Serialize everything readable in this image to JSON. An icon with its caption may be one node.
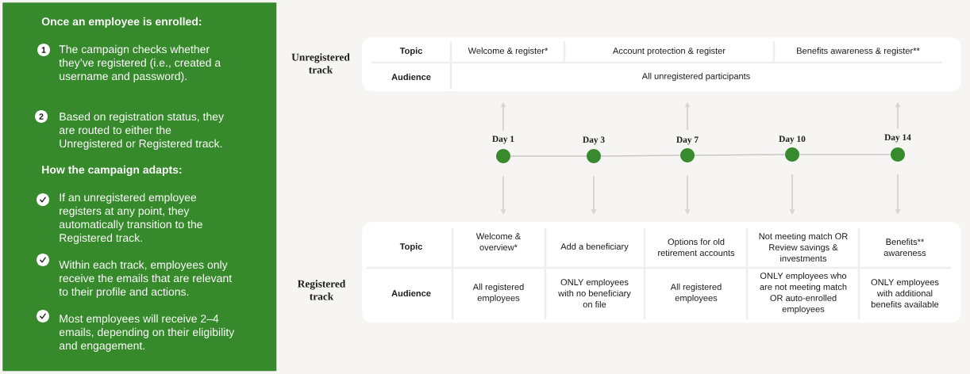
{
  "diagram": {
    "nodes": [
      {
        "text": [
          "Once an employee is enrolled:",
          "The campaign checks whether they’ve registered (i.e., created a username and password).",
          "Based on registration status, they are routed to either the Unregistered or Registered track.",
          "How the campaign adapts:",
          "If an unregistered employee registers at any point, they automatically transition to the Registered track.",
          "Within each track, employees only receive the emails that are relevant to their profile and actions.",
          "Most employees will receive 2–4 emails, depending on their eligibility and engagement."
        ]
      },
      {
        "text": [
          "1"
        ],
        "in": 0
      },
      {
        "text": [
          "2"
        ],
        "in": 0
      },
      {
        "text": [
          "Unregistered track",
          "Topic",
          "Welcome & register*",
          "Account protection & register",
          "Benefits awareness & register**",
          "Audience",
          "All unregistered participants"
        ]
      },
      {
        "text": [],
        "shape": "circle",
        "beside": [
          "Day 1"
        ]
      },
      {
        "text": [],
        "shape": "circle",
        "beside": [
          "Day 3"
        ]
      },
      {
        "text": [],
        "shape": "circle",
        "beside": [
          "Day 7"
        ]
      },
      {
        "text": [],
        "shape": "circle",
        "beside": [
          "Day 10"
        ]
      },
      {
        "text": [],
        "shape": "circle",
        "beside": [
          "Day 14"
        ]
      },
      {
        "text": [
          "Registered track",
          "Topic",
          "Welcome & overview*",
          "Add a beneficiary",
          "Options for old retirement accounts",
          "Not meeting match OR Review savings & investments",
          "Benefits** awareness",
          "Audience",
          "All registered employees",
          "ONLY employees with no beneficiary on file",
          "All registered employees",
          "ONLY employees who are not meeting match OR auto-enrolled employees",
          "ONLY employees with additional benefits available"
        ]
      }
    ],
    "edges": [
      {
        "from": 4,
        "to": 5,
        "arrow": "none"
      },
      {
        "from": 5,
        "to": 6,
        "arrow": "none"
      },
      {
        "from": 6,
        "to": 7,
        "arrow": "none"
      },
      {
        "from": 7,
        "to": 8,
        "arrow": "none"
      },
      {
        "from": 4,
        "to": 3,
        "arrow": "to"
      },
      {
        "from": 6,
        "to": 3,
        "arrow": "to"
      },
      {
        "from": 8,
        "to": 3,
        "arrow": "to"
      },
      {
        "from": 4,
        "to": 9,
        "arrow": "to"
      },
      {
        "from": 5,
        "to": 9,
        "arrow": "to"
      },
      {
        "from": 6,
        "to": 9,
        "arrow": "to"
      },
      {
        "from": 7,
        "to": 9,
        "arrow": "to"
      },
      {
        "from": 8,
        "to": 9,
        "arrow": "to"
      }
    ]
  }
}
